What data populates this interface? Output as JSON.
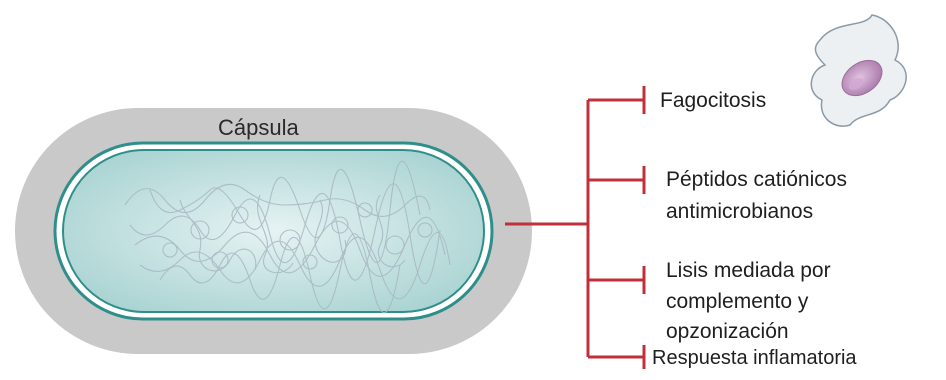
{
  "diagram": {
    "capsule_label": "Cápsula",
    "targets": {
      "fagocitosis": "Fagocitosis",
      "peptidos_line1": "Péptidos catiónicos",
      "peptidos_line2": "antimicrobianos",
      "lisis_line1": "Lisis mediada por",
      "lisis_line2": "complemento y",
      "lisis_line3": "opzonización",
      "respuesta": "Respuesta inflamatoria"
    },
    "colors": {
      "capsule": "#c8c8c8",
      "cell_fill": "#bfe0e0",
      "cell_border": "#2e8f8a",
      "inhibition_lines": "#c0303a",
      "phagocyte_fill": "#e9ecef",
      "nucleus": "#b889b8"
    },
    "icons": [
      "phagocyte-icon",
      "bacterial-cell-icon"
    ]
  }
}
